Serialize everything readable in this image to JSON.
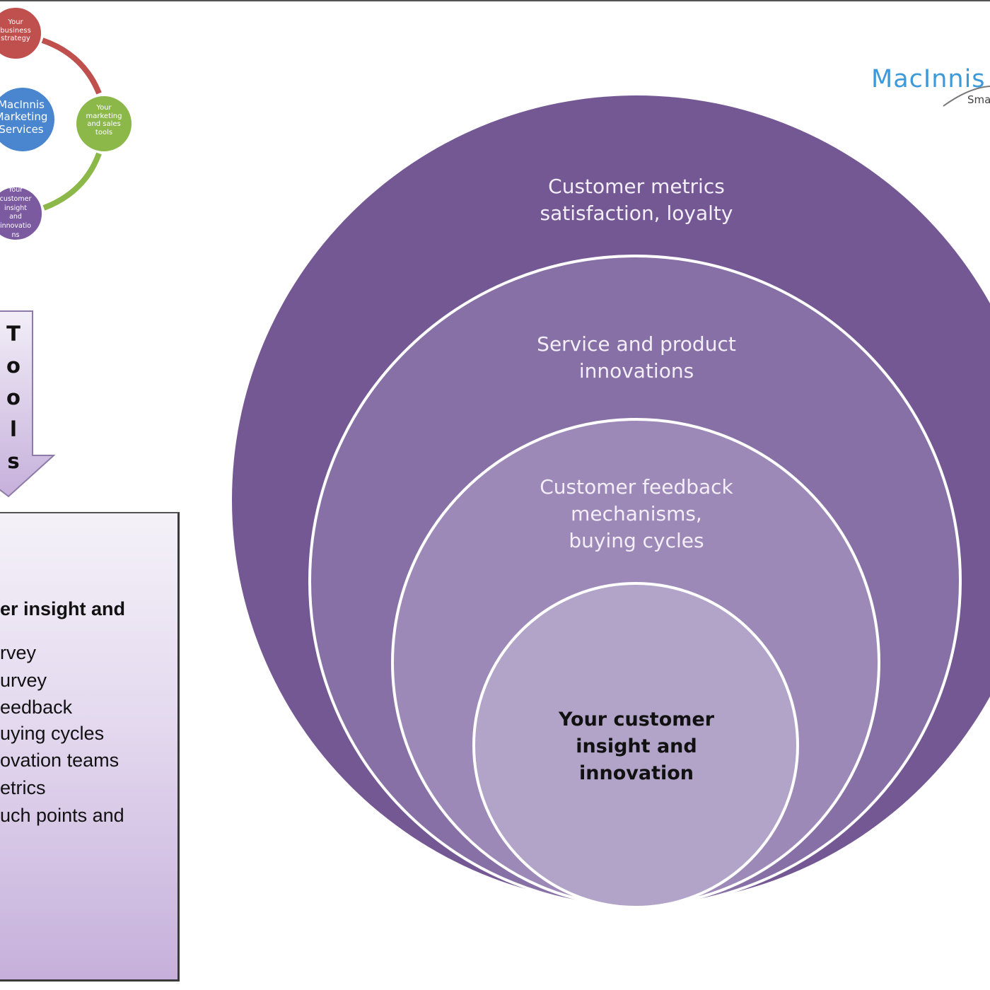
{
  "logo": {
    "text": "MacInnis",
    "tagline": "Sma"
  },
  "cycle": {
    "nodes": [
      {
        "id": "strategy",
        "label": "Your business strategy",
        "color": "#c0504d"
      },
      {
        "id": "services",
        "label": "MacInnis Marketing Services",
        "color": "#4a86d0"
      },
      {
        "id": "tools",
        "label": "Your marketing and sales tools",
        "color": "#8cb84a"
      },
      {
        "id": "insight",
        "label": "Your customer insight and innovation",
        "color": "#7b5a9f"
      }
    ],
    "strategy_lines": [
      "Your",
      "business",
      "strategy"
    ],
    "services_lines": [
      "MacInnis",
      "Marketing",
      "Services"
    ],
    "tools_lines": [
      "Your",
      "marketing",
      "and sales",
      "tools"
    ],
    "insight_lines": [
      "Your",
      "customer",
      "insight",
      "and",
      "innovatio",
      "ns"
    ]
  },
  "tools_arrow": {
    "letters": [
      "T",
      "o",
      "o",
      "l",
      "s"
    ]
  },
  "tool_box": {
    "heading": "er insight and",
    "items": [
      "rvey",
      "urvey",
      "eedback",
      "uying cycles",
      "ovation teams",
      "etrics",
      "uch points and"
    ]
  },
  "onion": {
    "outer": [
      "Customer metrics",
      "satisfaction, loyalty"
    ],
    "second": [
      "Service and product",
      "innovations"
    ],
    "third": [
      "Customer feedback",
      "mechanisms,",
      "buying cycles"
    ],
    "core": [
      "Your customer",
      "insight and",
      "innovation"
    ],
    "colors": {
      "outer": "#735893",
      "second": "#8770a5",
      "third": "#9d89b7",
      "core": "#b2a4c9",
      "ring_stroke": "#ffffff"
    }
  }
}
